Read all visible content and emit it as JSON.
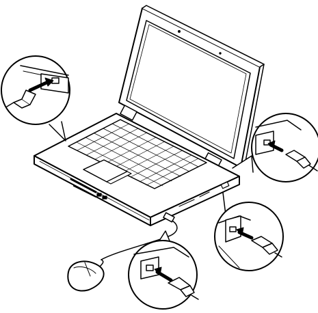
{
  "diagram": {
    "subject": "laptop-usb-mouse-connection",
    "line_color": "#000000",
    "fill_color": "#ffffff",
    "panel_fill": "#f2f2f2",
    "callouts": [
      "left-side-port",
      "right-rear-port",
      "right-front-port",
      "front-port"
    ]
  }
}
